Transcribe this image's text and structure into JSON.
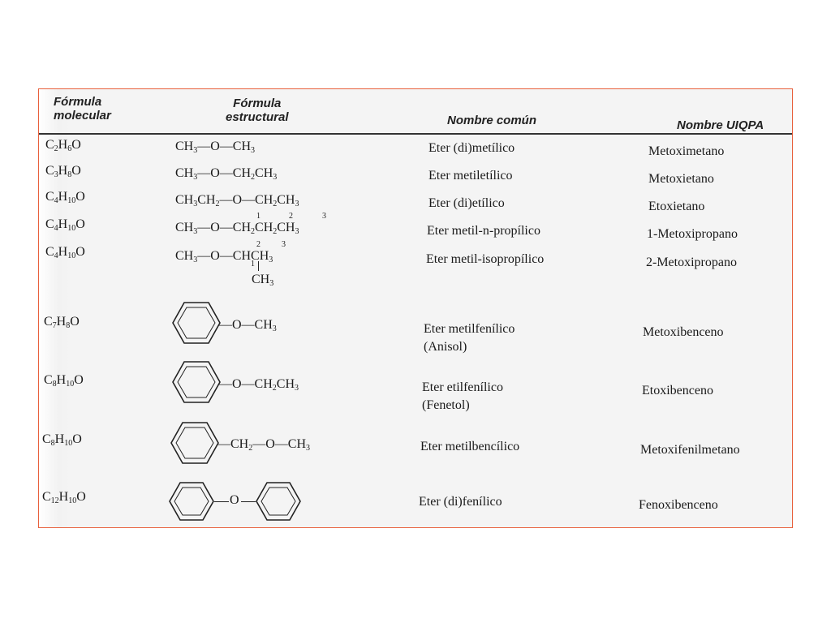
{
  "headers": {
    "mol_1": "Fórmula",
    "mol_2": "molecular",
    "str_1": "Fórmula",
    "str_2": "estructural",
    "common": "Nombre común",
    "iupac": "Nombre UIQPA"
  },
  "rows": [
    {
      "mol_html": "C<sub>2</sub>H<sub>6</sub>O",
      "struct_html": "CH<sub>3</sub>—O—CH<sub>3</sub>",
      "common": "Eter (di)metílico",
      "iupac": "Metoximetano"
    },
    {
      "mol_html": "C<sub>3</sub>H<sub>8</sub>O",
      "struct_html": "CH<sub>3</sub>—O—CH<sub>2</sub>CH<sub>3</sub>",
      "common": "Eter metiletílico",
      "iupac": "Metoxietano"
    },
    {
      "mol_html": "C<sub>4</sub>H<sub>10</sub>O",
      "struct_html": "CH<sub>3</sub>CH<sub>2</sub>—O—CH<sub>2</sub>CH<sub>3</sub>",
      "common": "Eter (di)etílico",
      "iupac": "Etoxietano"
    },
    {
      "mol_html": "C<sub>4</sub>H<sub>10</sub>O",
      "struct_html": "CH<sub>3</sub>—O—CH<sub>2</sub>CH<sub>2</sub>CH<sub>3</sub>",
      "numbers": [
        "1",
        "2",
        "3"
      ],
      "common": "Eter metil-n-propílico",
      "iupac": "1-Metoxipropano"
    },
    {
      "mol_html": "C<sub>4</sub>H<sub>10</sub>O",
      "struct_html": "CH<sub>3</sub>—O—CHCH<sub>3</sub>",
      "numbers": [
        "2",
        "3",
        "1"
      ],
      "branch_html": "CH<sub>3</sub>",
      "common": "Eter metil-isopropílico",
      "iupac": "2-Metoxipropano"
    },
    {
      "mol_html": "C<sub>7</sub>H<sub>8</sub>O",
      "struct_html": "—O—CH<sub>3</sub>",
      "common_1": "Eter metilfenílico",
      "common_2": "(Anisol)",
      "iupac": "Metoxibenceno"
    },
    {
      "mol_html": "C<sub>8</sub>H<sub>10</sub>O",
      "struct_html": "—O—CH<sub>2</sub>CH<sub>3</sub>",
      "common_1": "Eter etilfenílico",
      "common_2": "(Fenetol)",
      "iupac": "Etoxibenceno"
    },
    {
      "mol_html": "C<sub>8</sub>H<sub>10</sub>O",
      "struct_html": "—CH<sub>2</sub>—O—CH<sub>3</sub>",
      "common": "Eter metilbencílico",
      "iupac": "Metoxifenilmetano"
    },
    {
      "mol_html": "C<sub>12</sub>H<sub>10</sub>O",
      "struct_html": "O",
      "common": "Eter (di)fenílico",
      "iupac": "Fenoxibenceno"
    }
  ]
}
